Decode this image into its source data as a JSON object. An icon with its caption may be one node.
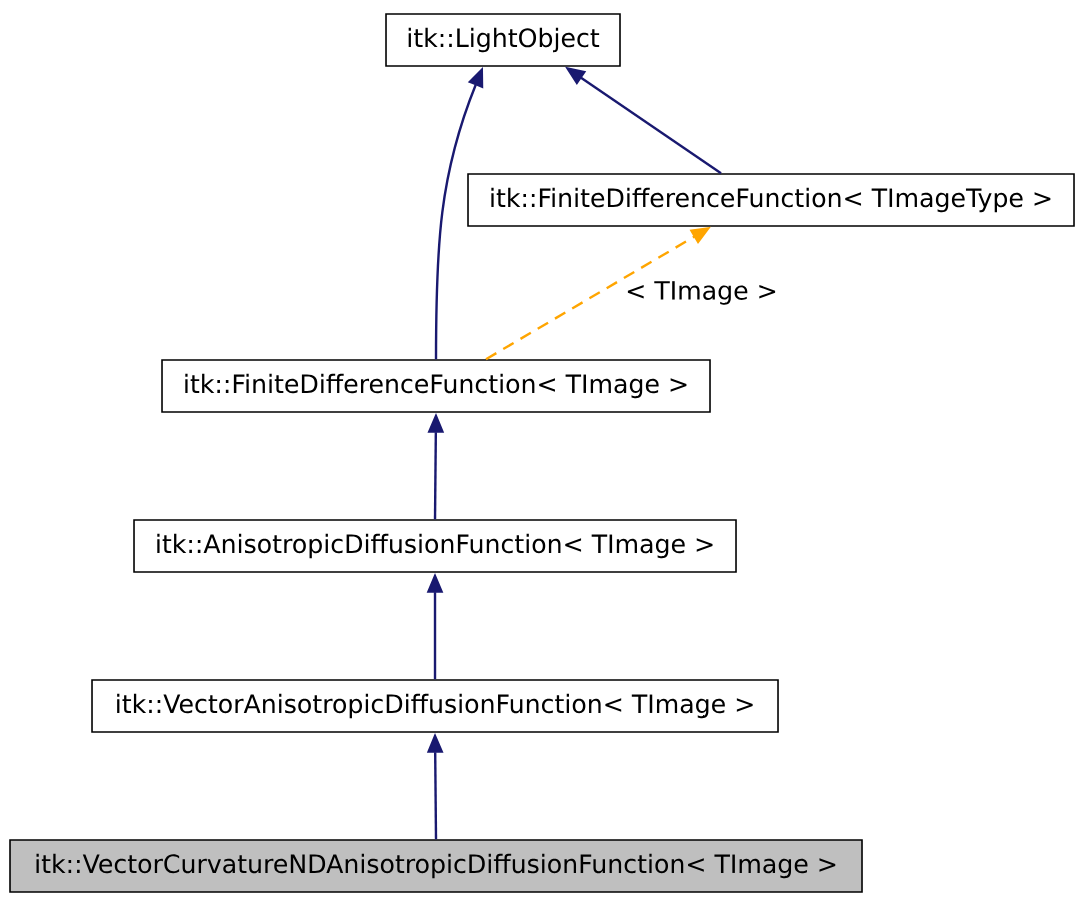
{
  "diagram": {
    "nodes": [
      {
        "text": [
          "itk::LightObject"
        ]
      },
      {
        "text": [
          "itk::FiniteDifferenceFunction< TImageType >"
        ]
      },
      {
        "text": [
          "itk::FiniteDifferenceFunction< TImage >"
        ]
      },
      {
        "text": [
          "itk::AnisotropicDiffusionFunction< TImage >"
        ]
      },
      {
        "text": [
          "itk::VectorAnisotropicDiffusionFunction< TImage >"
        ]
      },
      {
        "text": [
          "itk::VectorCurvatureNDAnisotropicDiffusionFunction< TImage >"
        ]
      }
    ],
    "edges": [
      {
        "from": 1,
        "to": 0,
        "arrow": "to"
      },
      {
        "from": 2,
        "to": 0,
        "arrow": "to"
      },
      {
        "from": 2,
        "to": 1,
        "arrow": "to",
        "label": "< TImage >",
        "style": "dashed",
        "color": "#ffa500"
      },
      {
        "from": 3,
        "to": 2,
        "arrow": "to"
      },
      {
        "from": 4,
        "to": 3,
        "arrow": "to"
      },
      {
        "from": 5,
        "to": 4,
        "arrow": "to"
      }
    ]
  }
}
